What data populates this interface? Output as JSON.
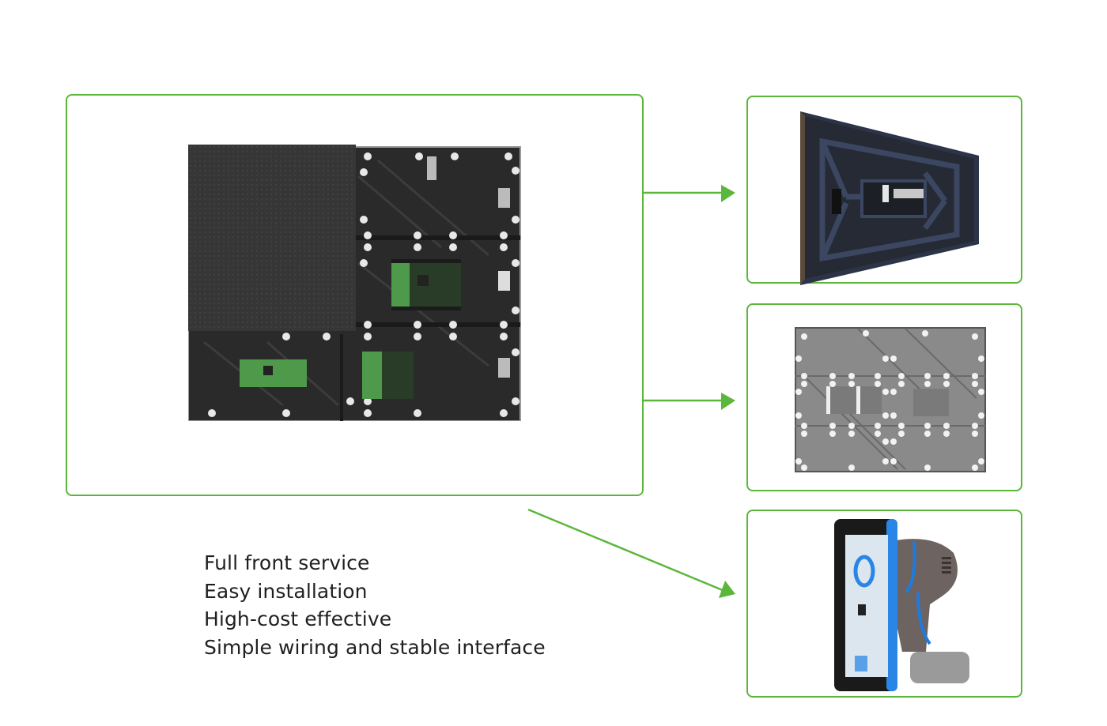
{
  "colors": {
    "accent_green": "#5bb73b",
    "text": "#1f1f1f"
  },
  "main_panel": {
    "image": "led-cabinet-rear-view",
    "description": "LED display cabinet rear with front module installed and receiving cards"
  },
  "detail_panels": [
    {
      "image": "led-module-rear",
      "description": "LED module back side with ribbon cable"
    },
    {
      "image": "cabinet-rear-grey",
      "description": "Die-cast cabinet rear panel"
    },
    {
      "image": "vacuum-suction-tool",
      "description": "Front service vacuum suction tool"
    }
  ],
  "arrows": [
    {
      "from": "main_panel",
      "to": "detail_panels.0",
      "icon": "arrow-right-icon"
    },
    {
      "from": "main_panel",
      "to": "detail_panels.1",
      "icon": "arrow-right-icon"
    },
    {
      "from": "main_panel",
      "to": "detail_panels.2",
      "icon": "arrow-diagonal-icon"
    }
  ],
  "features": [
    "Full front service",
    "Easy installation",
    "High-cost effective",
    "Simple wiring and stable interface"
  ]
}
